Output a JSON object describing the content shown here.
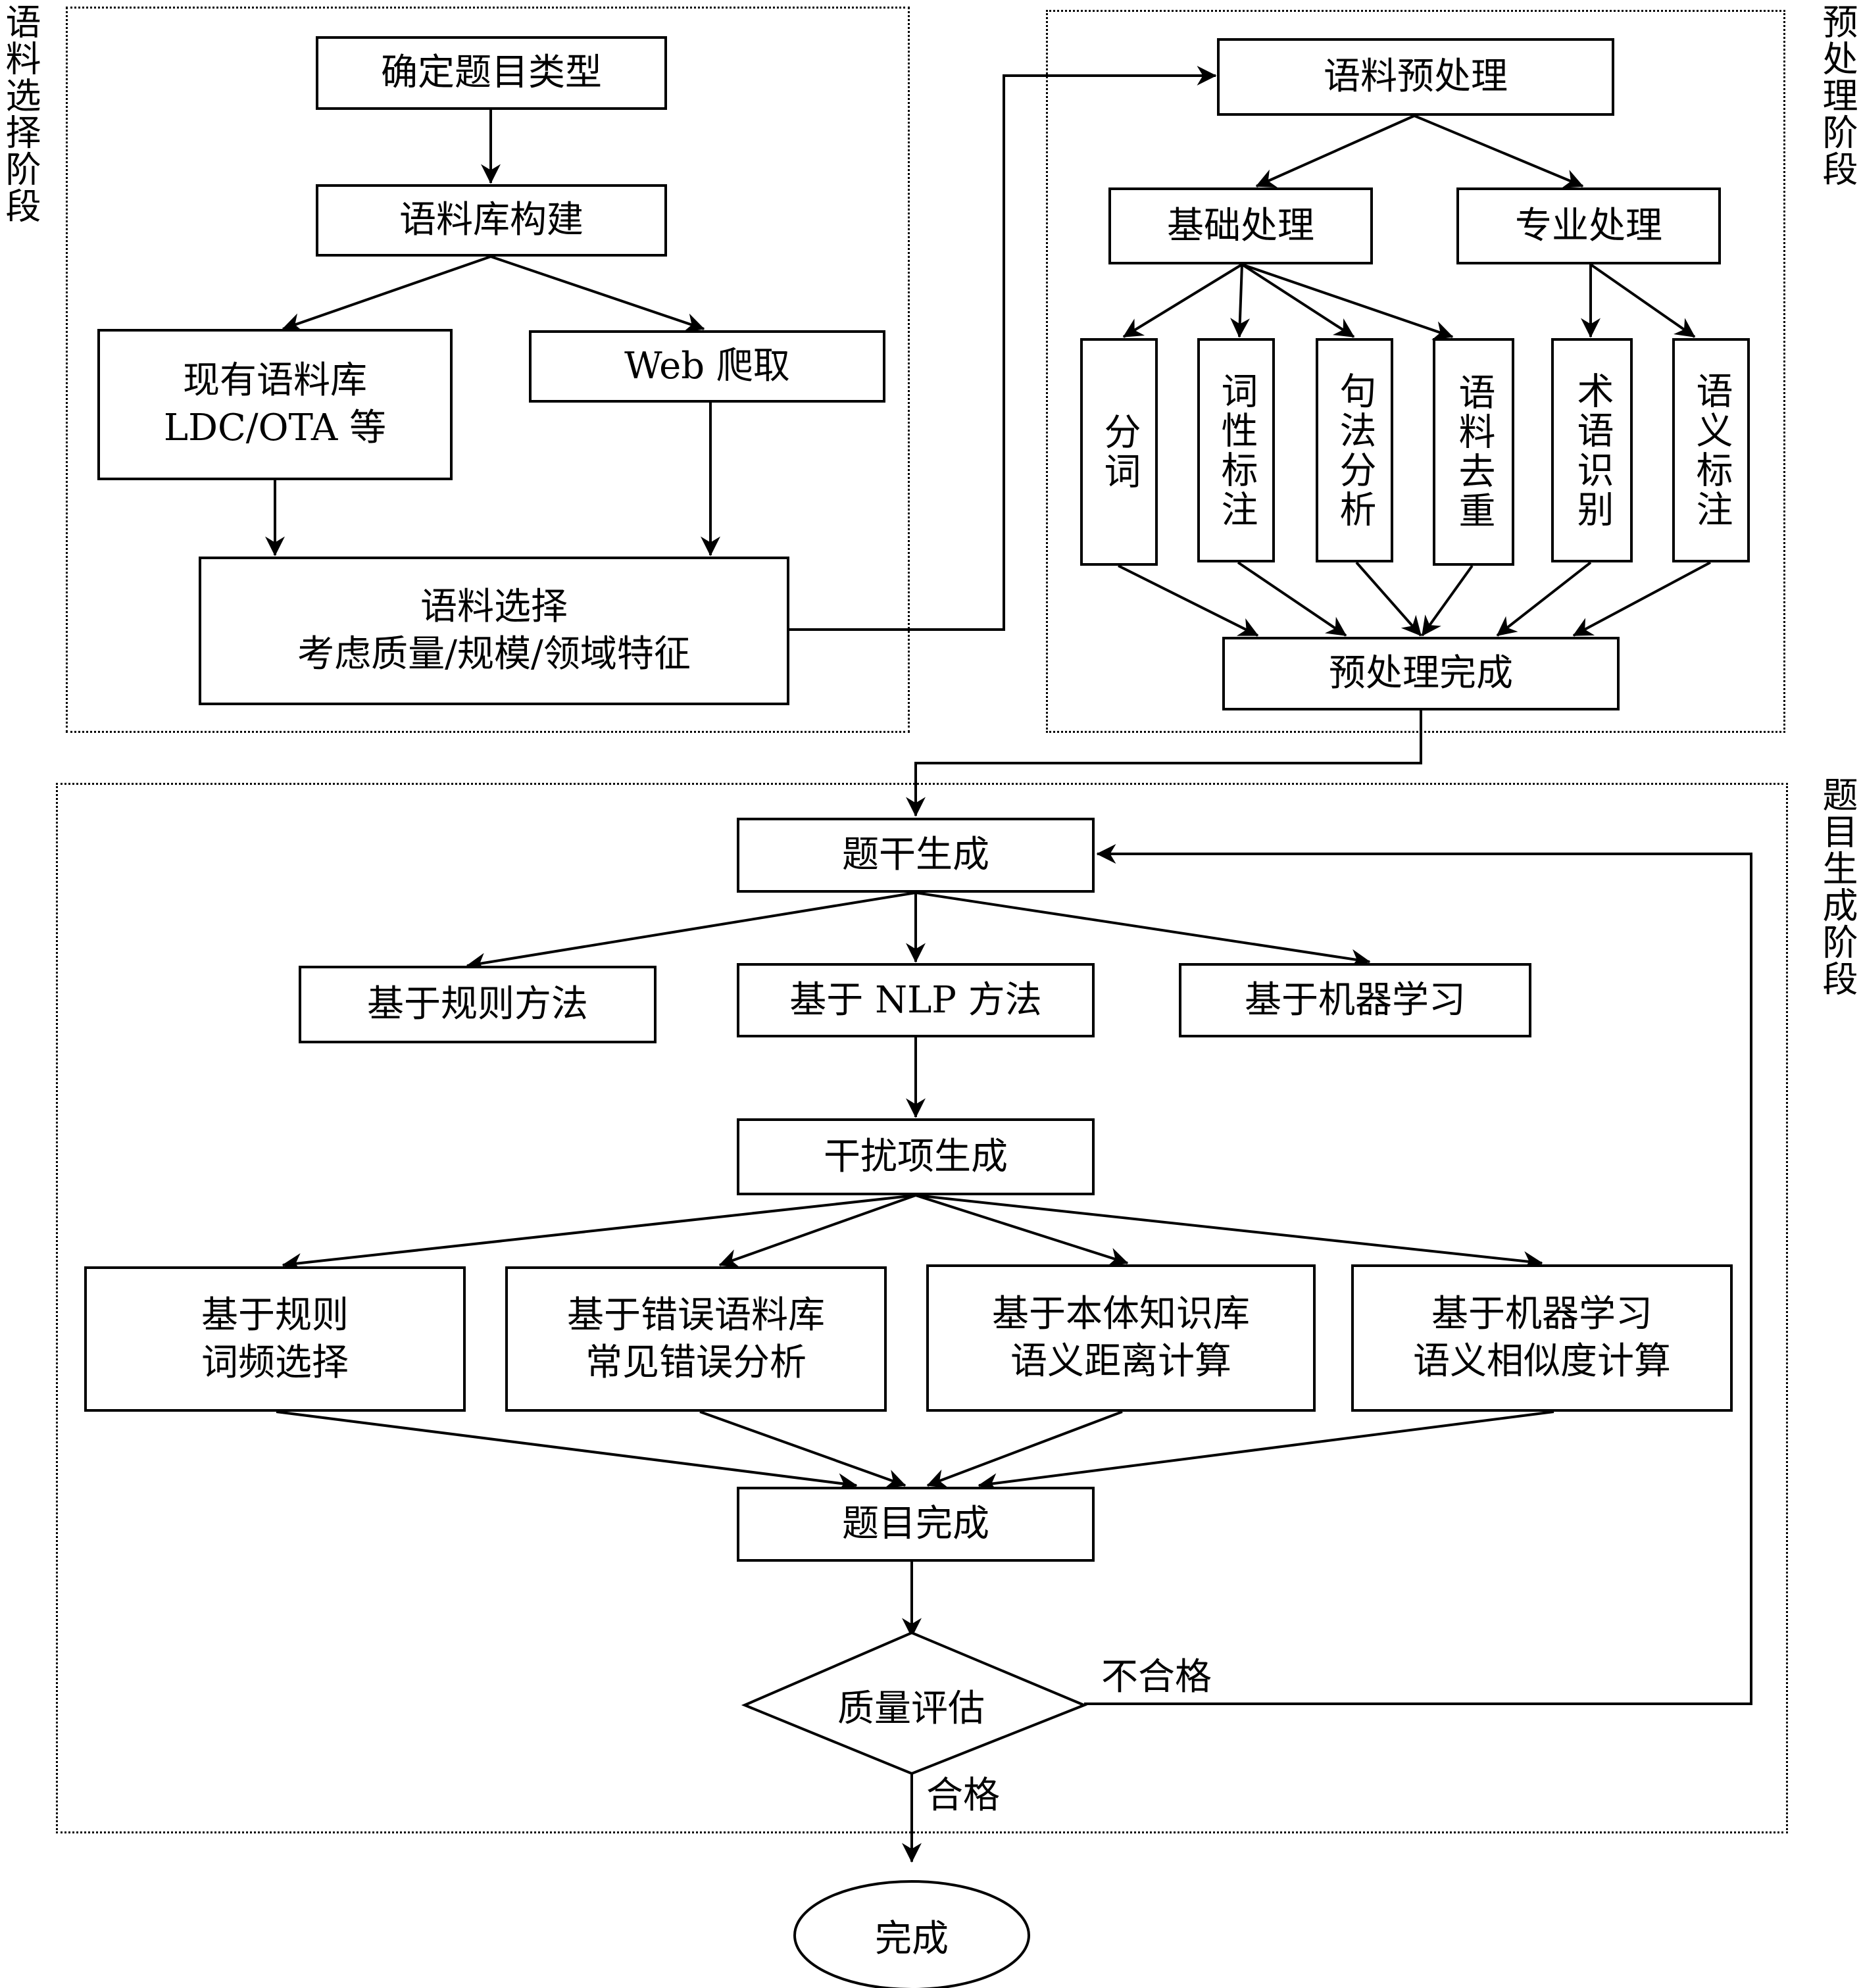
{
  "stages": {
    "corpus_selection": "语料选择阶段",
    "preprocessing": "预处理阶段",
    "question_generation": "题目生成阶段"
  },
  "nodes": {
    "determine_type": "确定题目类型",
    "build_corpus": "语料库构建",
    "existing_corpus": [
      "现有语料库",
      "LDC/OTA 等"
    ],
    "web_crawl": "Web 爬取",
    "corpus_select": [
      "语料选择",
      "考虑质量/规模/领域特征"
    ],
    "corpus_preprocess": "语料预处理",
    "basic_processing": "基础处理",
    "special_processing": "专业处理",
    "segmentation": "分词",
    "pos_tagging": "词性标注",
    "syntax_parsing": "句法分析",
    "deduplication": "语料去重",
    "term_recognition": "术语识别",
    "semantic_annotation": "语义标注",
    "preprocess_done": "预处理完成",
    "stem_generation": "题干生成",
    "rule_method": "基于规则方法",
    "nlp_method": "基于 NLP 方法",
    "ml_method": "基于机器学习",
    "distractor_generation": "干扰项生成",
    "distractor_rule": [
      "基于规则",
      "词频选择"
    ],
    "distractor_error_corpus": [
      "基于错误语料库",
      "常见错误分析"
    ],
    "distractor_ontology": [
      "基于本体知识库",
      "语义距离计算"
    ],
    "distractor_ml": [
      "基于机器学习",
      "语义相似度计算"
    ],
    "question_done": "题目完成",
    "quality_eval": "质量评估",
    "finish": "完成"
  },
  "edge_labels": {
    "fail": "不合格",
    "pass": "合格"
  }
}
